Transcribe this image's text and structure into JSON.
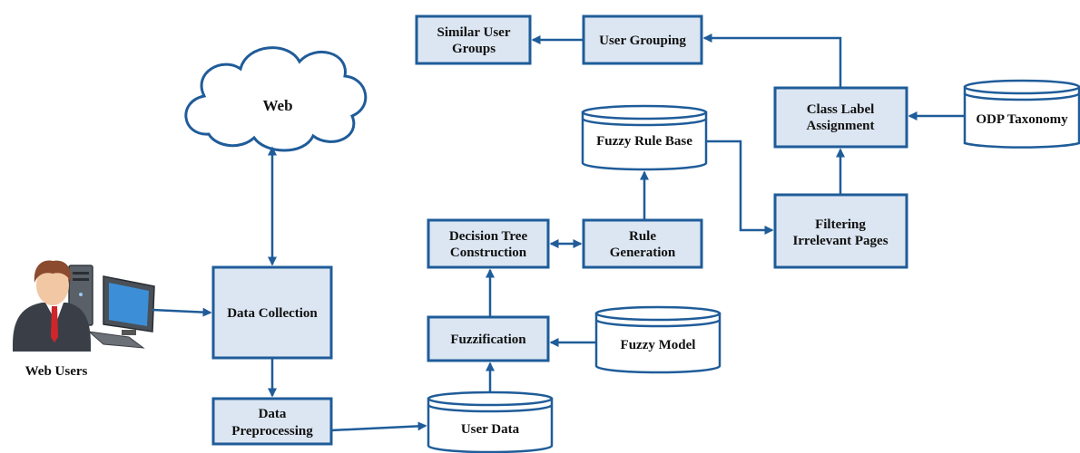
{
  "nodes": {
    "web": "Web",
    "web_users": "Web Users",
    "data_collection": "Data Collection",
    "data_preprocessing": [
      "Data",
      "Preprocessing"
    ],
    "user_data": "User Data",
    "fuzzification": "Fuzzification",
    "fuzzy_model": "Fuzzy Model",
    "decision_tree": [
      "Decision Tree",
      "Construction"
    ],
    "rule_generation": [
      "Rule",
      "Generation"
    ],
    "fuzzy_rule_base": "Fuzzy Rule Base",
    "filtering": [
      "Filtering",
      "Irrelevant Pages"
    ],
    "class_label": [
      "Class Label",
      "Assignment"
    ],
    "odp_taxonomy": "ODP Taxonomy",
    "user_grouping": "User Grouping",
    "similar_groups": [
      "Similar User",
      "Groups"
    ]
  },
  "colors": {
    "box_fill": "#dce6f2",
    "stroke": "#1f5c99",
    "text": "#111111"
  }
}
